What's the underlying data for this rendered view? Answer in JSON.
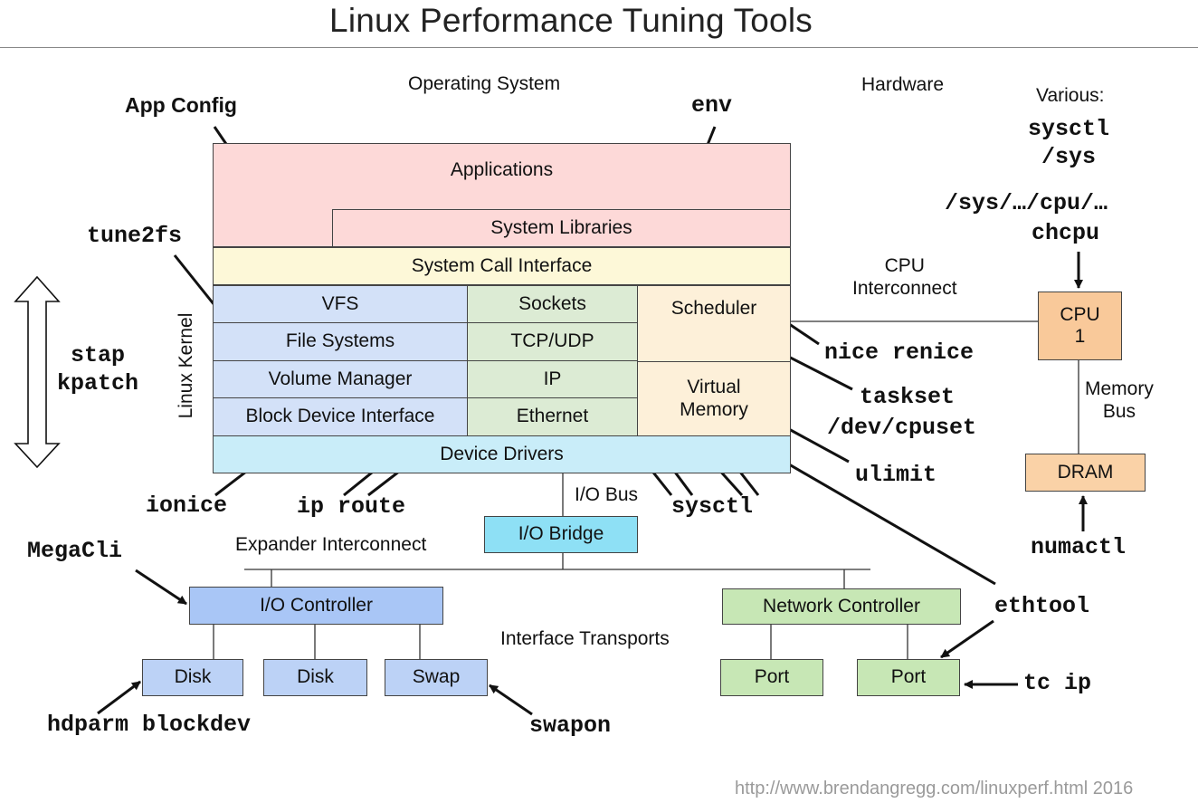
{
  "title": "Linux Performance Tuning Tools",
  "section_labels": {
    "operating_system": "Operating System",
    "hardware": "Hardware",
    "linux_kernel": "Linux Kernel",
    "cpu_interconnect": "CPU\nInterconnect",
    "memory_bus": "Memory\nBus",
    "io_bus": "I/O Bus",
    "expander_interconnect": "Expander Interconnect",
    "interface_transports": "Interface Transports"
  },
  "layers": {
    "applications": "Applications",
    "system_libraries": "System Libraries",
    "system_call_interface": "System Call Interface",
    "vfs": "VFS",
    "file_systems": "File Systems",
    "volume_manager": "Volume Manager",
    "block_device_interface": "Block Device Interface",
    "sockets": "Sockets",
    "tcp_udp": "TCP/UDP",
    "ip": "IP",
    "ethernet": "Ethernet",
    "scheduler": "Scheduler",
    "virtual_memory": "Virtual\nMemory",
    "device_drivers": "Device Drivers"
  },
  "hardware": {
    "cpu": "CPU\n1",
    "dram": "DRAM",
    "io_bridge": "I/O Bridge",
    "io_controller": "I/O Controller",
    "disk_1": "Disk",
    "disk_2": "Disk",
    "swap": "Swap",
    "network_controller": "Network Controller",
    "port_1": "Port",
    "port_2": "Port"
  },
  "tools": {
    "app_config": "App Config",
    "env": "env",
    "various": "Various:",
    "sysctl_sys": "sysctl\n/sys",
    "sys_cpu": "/sys/…/cpu/…",
    "chcpu": "chcpu",
    "tune2fs": "tune2fs",
    "stap_kpatch": "stap\nkpatch",
    "nice_renice": "nice renice",
    "taskset": "taskset",
    "dev_cpuset": "/dev/cpuset",
    "ulimit": "ulimit",
    "ionice": "ionice",
    "ip_route": "ip route",
    "sysctl": "sysctl",
    "numactl": "numactl",
    "megacli": "MegaCli",
    "ethtool": "ethtool",
    "tc_ip": "tc ip",
    "hdparm_blockdev": "hdparm blockdev",
    "swapon": "swapon"
  },
  "footer": "http://www.brendangregg.com/linuxperf.html 2016",
  "colors": {
    "applications": "#fdd9d8",
    "syscall": "#fdf8d8",
    "storage": "#d3e1f8",
    "network": "#dcebd4",
    "scheduler": "#fdf0d9",
    "drivers": "#c9edf9",
    "io_bridge": "#8ee0f5",
    "io_controller": "#a9c6f6",
    "disk": "#bcd2f6",
    "net_hw": "#c7e7b5",
    "cpu": "#f9c99a",
    "dram": "#fad2a7"
  }
}
